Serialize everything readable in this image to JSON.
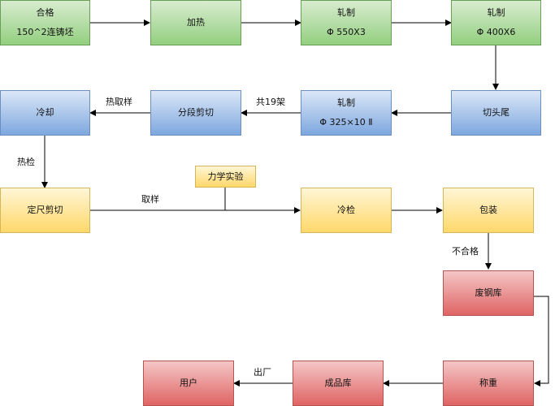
{
  "nodes": {
    "qualified": {
      "line1": "合格",
      "line2": "150^2连铸坯"
    },
    "heating": {
      "label": "加热"
    },
    "roll1": {
      "line1": "轧制",
      "line2": "Φ 550X3"
    },
    "roll2": {
      "line1": "轧制",
      "line2": "Φ 400X6"
    },
    "head_cut": {
      "label": "切头尾"
    },
    "roll3": {
      "line1": "轧制",
      "line2": "Φ 325×10  Ⅱ"
    },
    "segment_cut": {
      "label": "分段剪切"
    },
    "cooling": {
      "label": "冷却"
    },
    "mech_test": {
      "label": "力学实验"
    },
    "fixed_cut": {
      "label": "定尺剪切"
    },
    "cold_inspect": {
      "label": "冷检"
    },
    "packing": {
      "label": "包装"
    },
    "scrap": {
      "label": "废钢库"
    },
    "weighing": {
      "label": "称重"
    },
    "product_store": {
      "label": "成品库"
    },
    "user": {
      "label": "用户"
    }
  },
  "edge_labels": {
    "stands": "共19架",
    "hot_sample": "热取样",
    "hot_inspect": "热检",
    "sampling": "取样",
    "unqualified": "不合格",
    "exit_factory": "出厂"
  },
  "colors": {
    "green": "#93cf7f",
    "blue": "#7ea7df",
    "yellow": "#ffd86a",
    "red": "#e06464",
    "edge": "#000000"
  }
}
